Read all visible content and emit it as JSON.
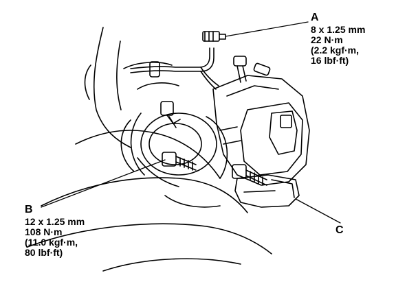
{
  "callouts": {
    "A": {
      "letter": "A",
      "lines": [
        "8 x 1.25 mm",
        "22 N·m",
        "(2.2 kgf·m,",
        "16 lbf·ft)"
      ]
    },
    "B": {
      "letter": "B",
      "lines": [
        "12 x 1.25 mm",
        "108 N·m",
        "(11.0 kgf·m,",
        "80 lbf·ft)"
      ]
    },
    "C": {
      "letter": "C"
    }
  },
  "colors": {
    "ink": "#000000",
    "paper": "#ffffff"
  }
}
